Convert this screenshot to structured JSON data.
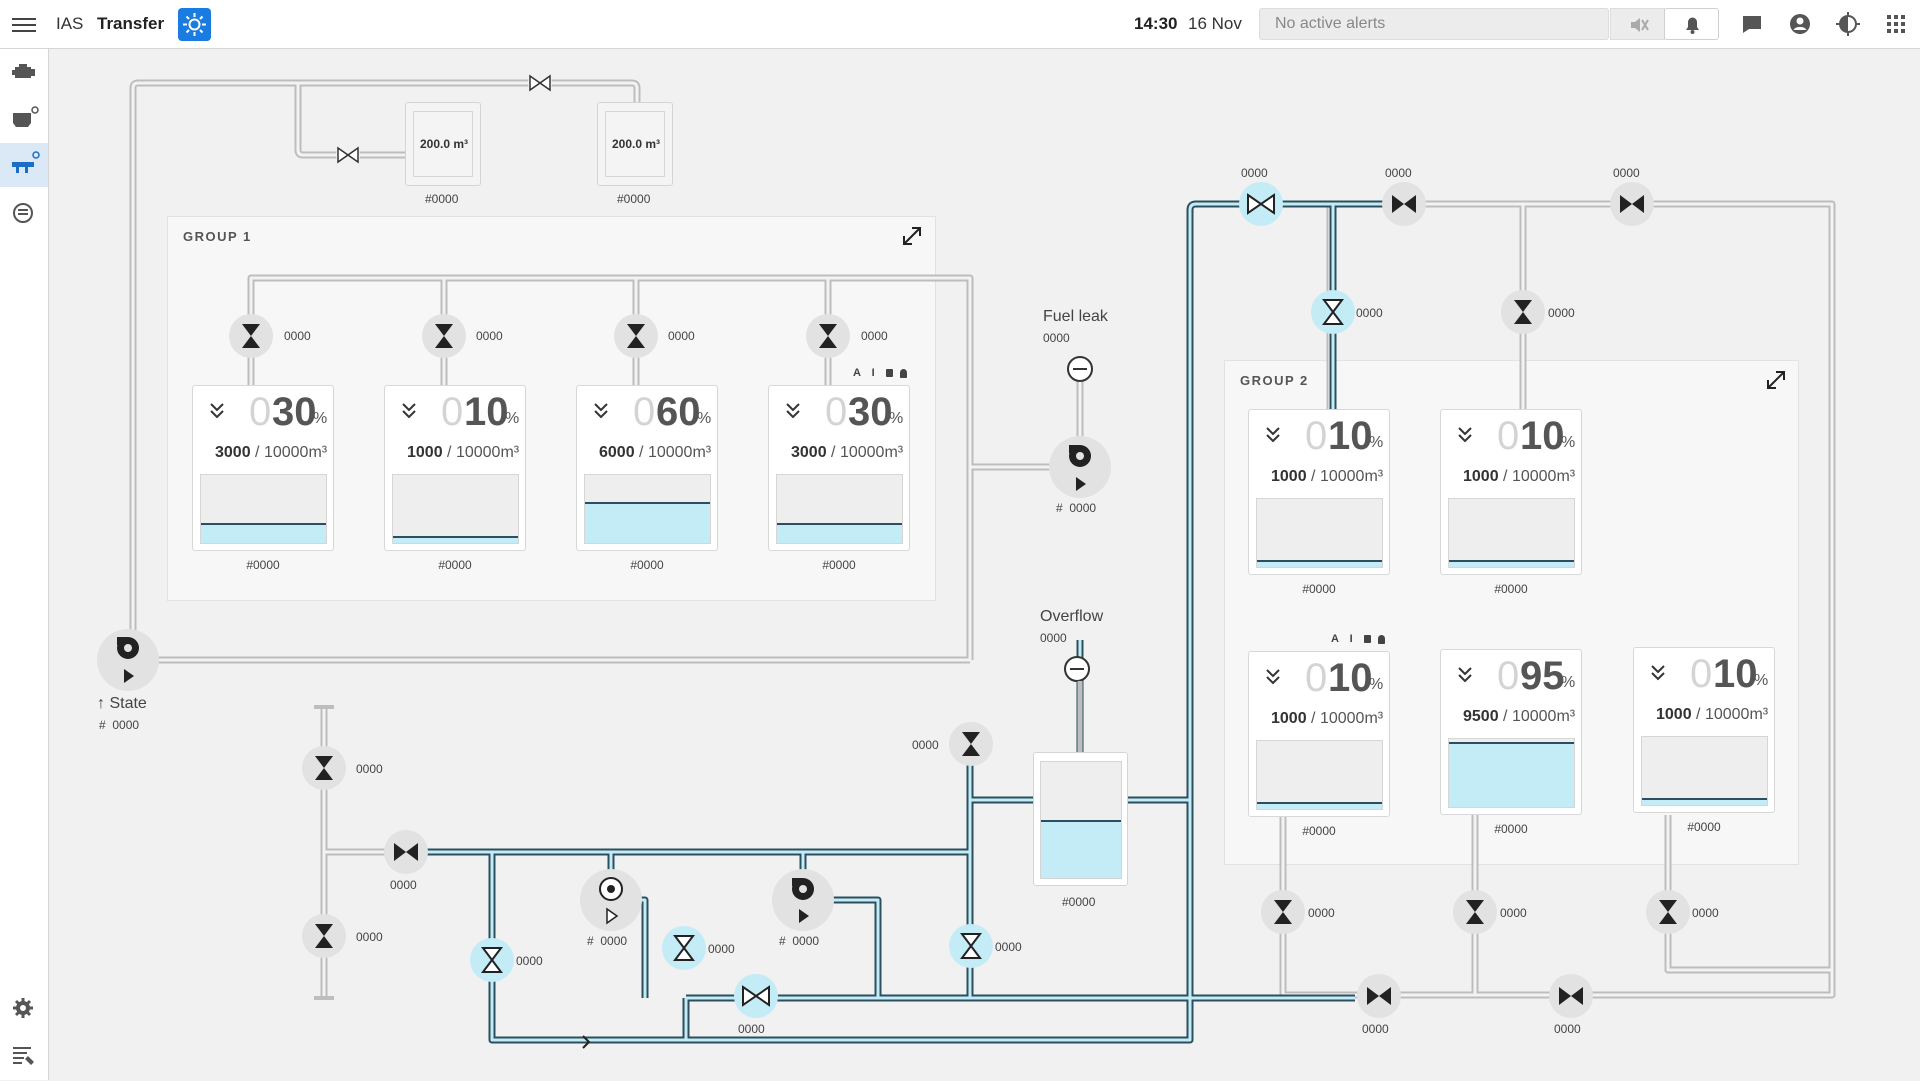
{
  "header": {
    "app_name": "IAS",
    "page_title": "Transfer",
    "time": "14:30",
    "date": "16 Nov",
    "alert_text": "No active alerts"
  },
  "colors": {
    "accent": "#1a7be0",
    "fluid": "#c4ecf6",
    "pipe": "#c8c8c8",
    "flow_line": "#2c4f5f"
  },
  "rail_icons": [
    "engine-icon",
    "ballast-icon",
    "transfer-icon",
    "process-icon",
    "settings-icon",
    "log-icon"
  ],
  "top": {
    "valve_top_label": "",
    "tank_a": {
      "value": "200.0 m³",
      "tag": "#0000"
    },
    "tank_b": {
      "value": "200.0 m³",
      "tag": "#0000"
    }
  },
  "group1": {
    "title": "GROUP 1",
    "valve_ids": [
      "0000",
      "0000",
      "0000",
      "0000"
    ],
    "flags": "A I",
    "tanks": [
      {
        "lead": "0",
        "pct": "30",
        "unit": "%",
        "volume": "3000",
        "capacity": "10000",
        "cap_unit": "m³",
        "level": 0.3,
        "tag": "#0000"
      },
      {
        "lead": "0",
        "pct": "10",
        "unit": "%",
        "volume": "1000",
        "capacity": "10000",
        "cap_unit": "m³",
        "level": 0.1,
        "tag": "#0000"
      },
      {
        "lead": "0",
        "pct": "60",
        "unit": "%",
        "volume": "6000",
        "capacity": "10000",
        "cap_unit": "m³",
        "level": 0.6,
        "tag": "#0000"
      },
      {
        "lead": "0",
        "pct": "30",
        "unit": "%",
        "volume": "3000",
        "capacity": "10000",
        "cap_unit": "m³",
        "level": 0.3,
        "tag": "#0000"
      }
    ]
  },
  "group2": {
    "title": "GROUP 2",
    "flags": "A I",
    "tanks": [
      {
        "lead": "0",
        "pct": "10",
        "unit": "%",
        "volume": "1000",
        "capacity": "10000",
        "cap_unit": "m³",
        "level": 0.1,
        "tag": "#0000"
      },
      {
        "lead": "0",
        "pct": "10",
        "unit": "%",
        "volume": "1000",
        "capacity": "10000",
        "cap_unit": "m³",
        "level": 0.1,
        "tag": "#0000"
      },
      {
        "lead": "0",
        "pct": "10",
        "unit": "%",
        "volume": "1000",
        "capacity": "10000",
        "cap_unit": "m³",
        "level": 0.1,
        "tag": "#0000"
      },
      {
        "lead": "0",
        "pct": "95",
        "unit": "%",
        "volume": "9500",
        "capacity": "10000",
        "cap_unit": "m³",
        "level": 0.95,
        "tag": "#0000"
      },
      {
        "lead": "0",
        "pct": "10",
        "unit": "%",
        "volume": "1000",
        "capacity": "10000",
        "cap_unit": "m³",
        "level": 0.1,
        "tag": "#0000"
      }
    ]
  },
  "fuel_leak": {
    "label": "Fuel leak",
    "id": "0000"
  },
  "overflow": {
    "label": "Overflow",
    "id": "0000",
    "level": 0.5,
    "tag": "#0000"
  },
  "pump_main": {
    "label": "State",
    "hash": "#",
    "id": "0000"
  },
  "pump_fuel": {
    "hash": "#",
    "id": "0000"
  },
  "pump_a": {
    "hash": "#",
    "id": "0000"
  },
  "pump_b": {
    "hash": "#",
    "id": "0000"
  },
  "ids": {
    "generic": "0000"
  }
}
